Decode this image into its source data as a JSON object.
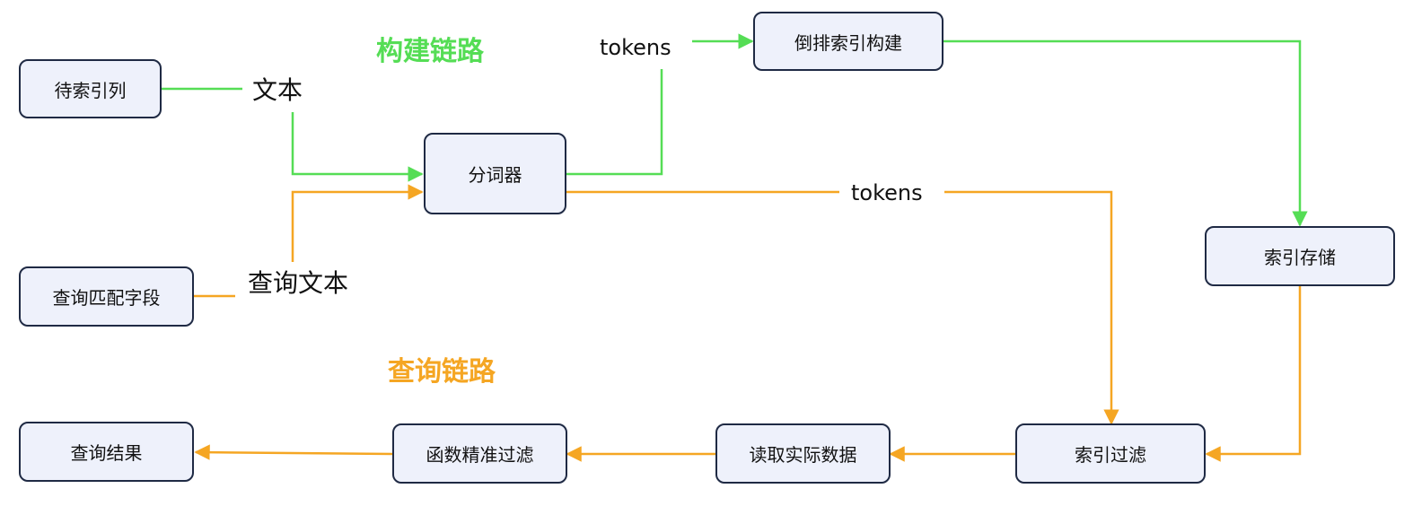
{
  "colors": {
    "build": "#55dd55",
    "query": "#f5a623",
    "node_fill": "#eef1fb",
    "node_border": "#1f2a44"
  },
  "sections": {
    "build_title": "构建链路",
    "query_title": "查询链路"
  },
  "nodes": {
    "column_to_index": "待索引列",
    "tokenizer": "分词器",
    "inverted_index_build": "倒排索引构建",
    "index_storage": "索引存储",
    "query_match_field": "查询匹配字段",
    "index_filter": "索引过滤",
    "read_actual_data": "读取实际数据",
    "function_precise_filter": "函数精准过滤",
    "query_result": "查询结果"
  },
  "edge_labels": {
    "text": "文本",
    "query_text": "查询文本",
    "tokens_build": "tokens",
    "tokens_query": "tokens"
  }
}
